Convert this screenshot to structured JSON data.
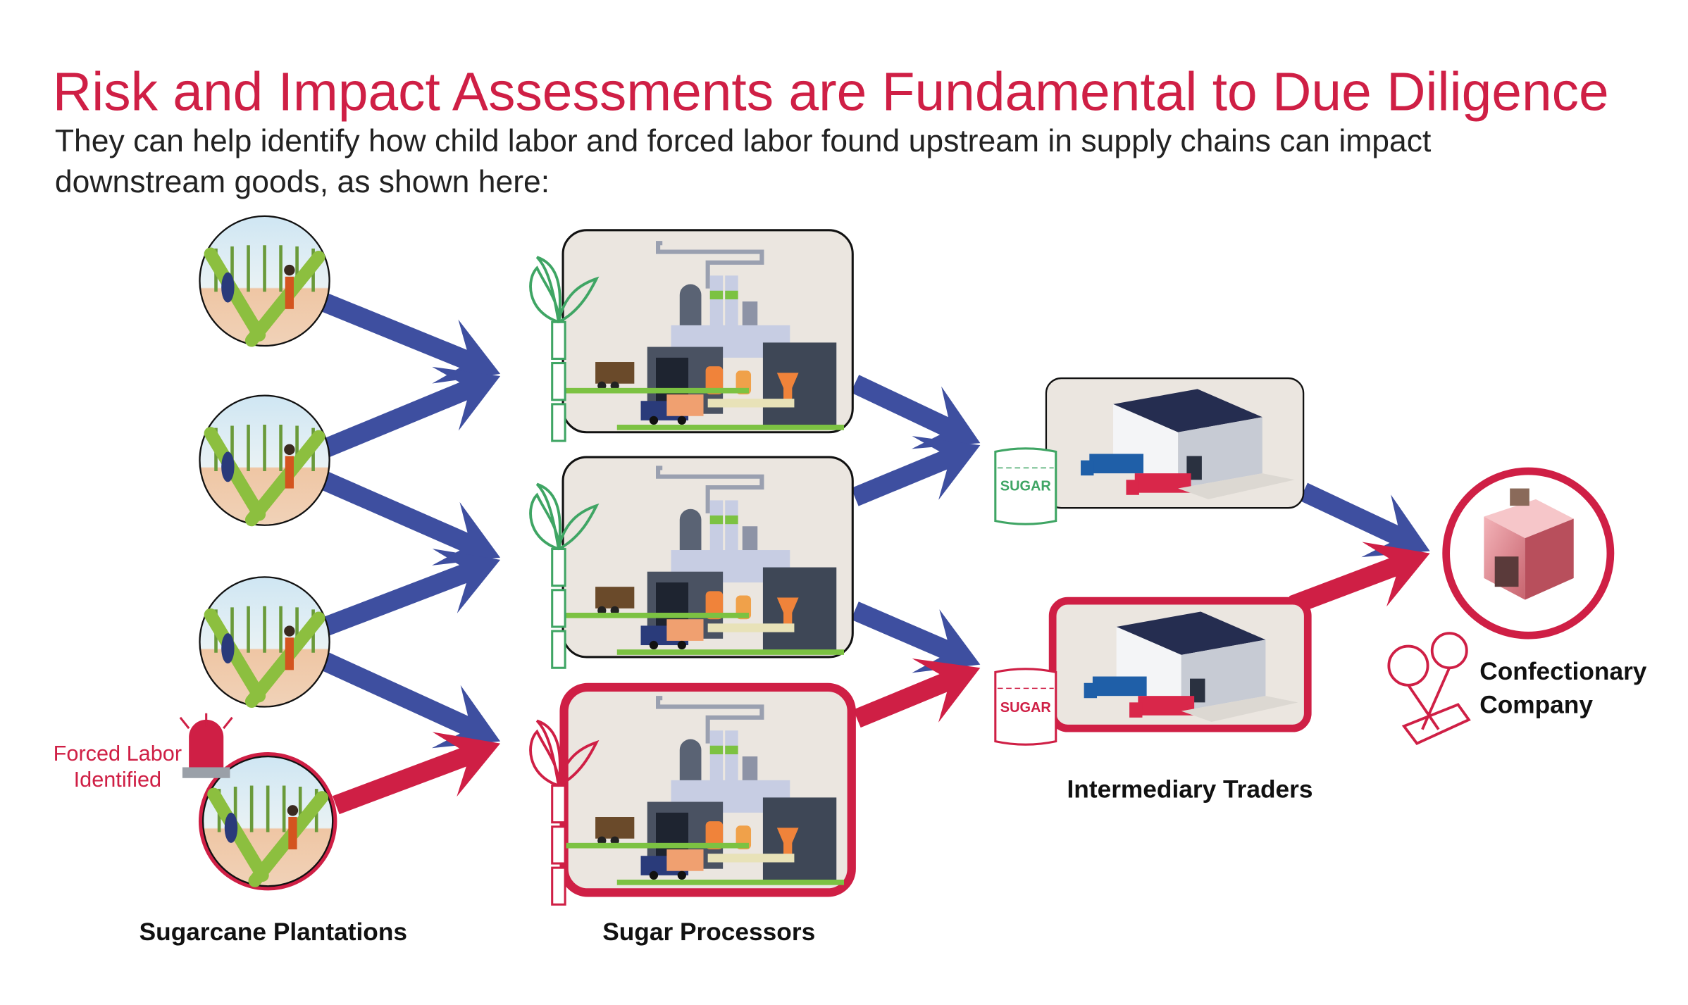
{
  "title": "Risk and Impact Assessments are Fundamental to Due Diligence",
  "subtitle": {
    "line1": "They can help identify how child labor and forced labor found upstream in supply chains can impact",
    "line2": "downstream goods, as shown here:"
  },
  "labels": {
    "plantations": "Sugarcane Plantations",
    "processors": "Sugar Processors",
    "traders": "Intermediary Traders",
    "confectionary_line1": "Confectionary",
    "confectionary_line2": "Company",
    "alert_line1": "Forced Labor",
    "alert_line2": "Identified"
  },
  "bags": {
    "green": "SUGAR",
    "red": "SUGAR"
  },
  "colors": {
    "blue_arrow": "#3e4fa0",
    "red_accent": "#cf1f45",
    "green_accent": "#3fa564",
    "panel_bg": "#ebe6e0"
  }
}
